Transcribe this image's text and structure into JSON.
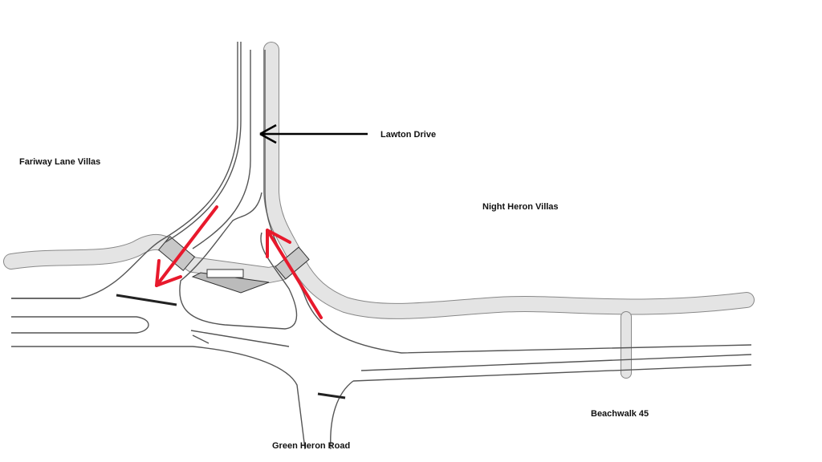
{
  "labels": {
    "fairway": "Fariway Lane Villas",
    "lawton": "Lawton Drive",
    "night_heron": "Night Heron Villas",
    "beachwalk": "Beachwalk 45",
    "green_heron": "Green Heron Road"
  },
  "colors": {
    "path_fill": "#e4e4e4",
    "road_line": "#555555",
    "arrow_red": "#e8192c",
    "pointer": "#000000"
  }
}
